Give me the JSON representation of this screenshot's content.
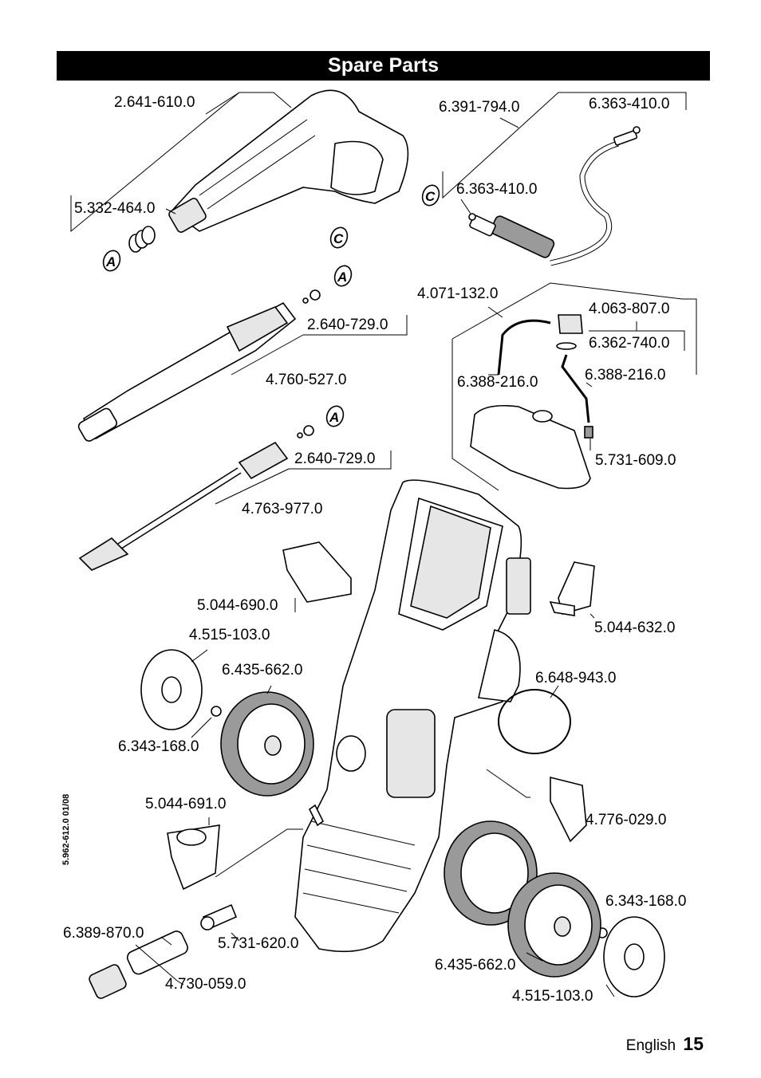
{
  "header": {
    "title": "Spare Parts"
  },
  "doc_code": "5.962-612.0  01/08",
  "footer": {
    "language": "English",
    "page": "15"
  },
  "markers": {
    "a": "A",
    "c": "C"
  },
  "parts": [
    "2.641-610.0",
    "5.332-464.0",
    "6.391-794.0",
    "6.363-410.0",
    "6.363-410.0",
    "2.640-729.0",
    "4.760-527.0",
    "2.640-729.0",
    "4.763-977.0",
    "4.071-132.0",
    "4.063-807.0",
    "6.362-740.0",
    "6.388-216.0",
    "6.388-216.0",
    "5.731-609.0",
    "5.044-690.0",
    "5.044-632.0",
    "4.515-103.0",
    "6.435-662.0",
    "6.648-943.0",
    "6.343-168.0",
    "5.044-691.0",
    "4.776-029.0",
    "6.343-168.0",
    "6.389-870.0",
    "5.731-620.0",
    "6.435-662.0",
    "4.730-059.0",
    "4.515-103.0"
  ]
}
